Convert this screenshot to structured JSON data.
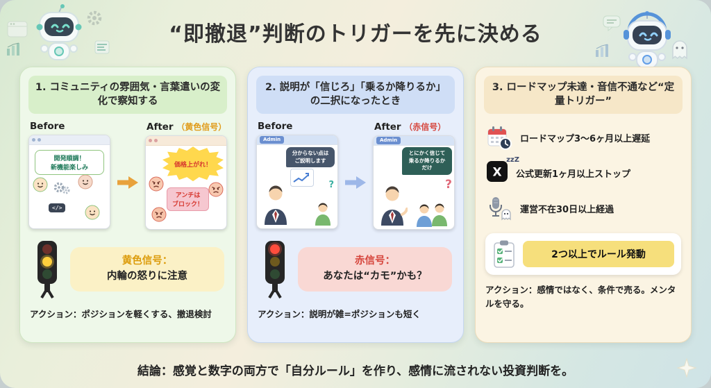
{
  "title": "“即撤退”判断のトリガーを先に決める",
  "footer": "結論：感覚と数字の両方で「自分ルール」を作り、感情に流されない投資判断を。",
  "palette": {
    "yellow_signal": "#dc9c0c",
    "red_signal": "#d6453c",
    "panel1_bg": "#eef8e9",
    "panel2_bg": "#e7eefb",
    "panel3_bg": "#fbf4e3"
  },
  "panels": [
    {
      "heading": "1. コミュニティの雰囲気・言葉遣いの変化で察知する",
      "before_label": "Before",
      "after_label": "After",
      "after_tag": "（黄色信号）",
      "before_bubble": "開発順調！\n新機能楽しみ",
      "code_tag": "</>",
      "after_burst": "価格上がれ！",
      "after_block": "アンチは\nブロック！",
      "signal_title": "黄色信号：",
      "signal_text": "内輪の怒りに注意",
      "action": "アクション：ポジションを軽くする、撤退検討"
    },
    {
      "heading": "2. 説明が「信じろ」「乗るか降りるか」の二択になったとき",
      "before_label": "Before",
      "after_label": "After",
      "after_tag": "（赤信号）",
      "admin_label": "Admin",
      "before_bubble": "分からない点は\nご説明します",
      "before_q": "?",
      "after_bubble": "とにかく信じて\n乗るか降りるか\nだけ",
      "after_q": "?",
      "signal_title": "赤信号：",
      "signal_text": "あなたは“カモ”かも？",
      "action": "アクション：説明が雑=ポジションも短く"
    },
    {
      "heading": "3. ロードマップ未達・音信不通など“定量トリガー”",
      "items": [
        {
          "icon": "calendar-clock-icon",
          "text": "ロードマップ3〜6ヶ月以上遅延"
        },
        {
          "icon": "x-logo-sleep-icon",
          "text": "公式更新1ヶ月以上ストップ"
        },
        {
          "icon": "microphone-ghost-icon",
          "text": "運営不在30日以上経過"
        }
      ],
      "zzz": "zzZ",
      "rule_text": "2つ以上でルール発動",
      "action": "アクション：感情ではなく、条件で売る。メンタルを守る。"
    }
  ]
}
